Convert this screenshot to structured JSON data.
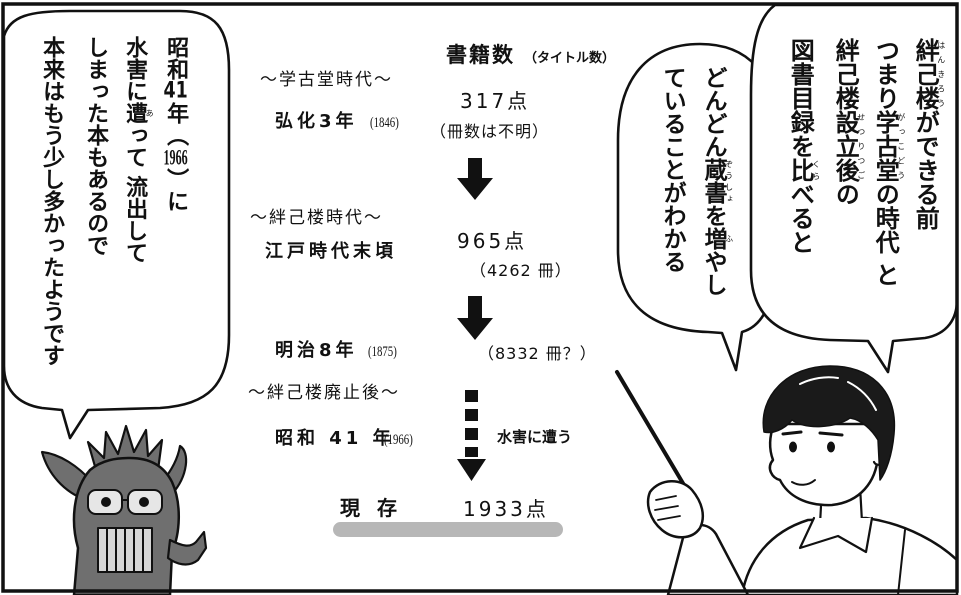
{
  "panel": {
    "speech_bubbles": {
      "left": {
        "lines": [
          [
            "昭和",
            "41",
            "年（",
            "1966",
            "）に"
          ],
          [
            "水害に",
            {
              "base": "遭",
              "ruby": "あ"
            },
            "って 流出して"
          ],
          [
            "しまった本もあるので"
          ],
          [
            "本来はもう少し多かったようです"
          ]
        ]
      },
      "right": {
        "lines": [
          [
            {
              "base": "絆己楼",
              "ruby": "はんきろう"
            },
            "ができる前"
          ],
          [
            "つまり",
            {
              "base": "学古堂",
              "ruby": "がっこどう"
            },
            "の時代 と"
          ],
          [
            "絆己楼",
            {
              "base": "設立後",
              "ruby": "せつりつご"
            },
            "の"
          ],
          [
            "図書目録を",
            {
              "base": "比",
              "ruby": "くら"
            },
            "べると"
          ]
        ]
      },
      "middle": {
        "lines": [
          [
            "どんどん",
            {
              "base": "蔵書",
              "ruby": "ぞうしょ"
            },
            "を",
            {
              "base": "増",
              "ruby": "ふ"
            },
            "やし"
          ],
          [
            "ていることがわかる"
          ]
        ]
      }
    },
    "timeline": {
      "header": {
        "title": "書籍数",
        "subtitle": "（タイトル数）"
      },
      "entries": [
        {
          "era": "～学古堂時代～",
          "date": "弘化3年",
          "year": "(1846)",
          "count": "317点",
          "note": "（冊数は不明）"
        },
        {
          "era": "～絆己楼時代～",
          "date": "江戸時代末頃",
          "count": "965点",
          "note": "（4262 冊）"
        },
        {
          "date": "明治8年",
          "year": "(1875)",
          "note": "（8332 冊？）"
        },
        {
          "era": "～絆己楼廃止後～",
          "date": "昭和 41 年",
          "year": "(1966)",
          "event": "水害に遭う"
        },
        {
          "date": "現 存",
          "count": "1933点"
        }
      ]
    },
    "figures": {
      "left": "mascot-creature-icon",
      "right": "man-with-pointer-icon"
    },
    "colors": {
      "ink": "#111111",
      "paper": "#ffffff",
      "present_bar": "#b7b7b7",
      "mascot": "#6f6f6f",
      "hair": "#1a1a1a"
    }
  }
}
